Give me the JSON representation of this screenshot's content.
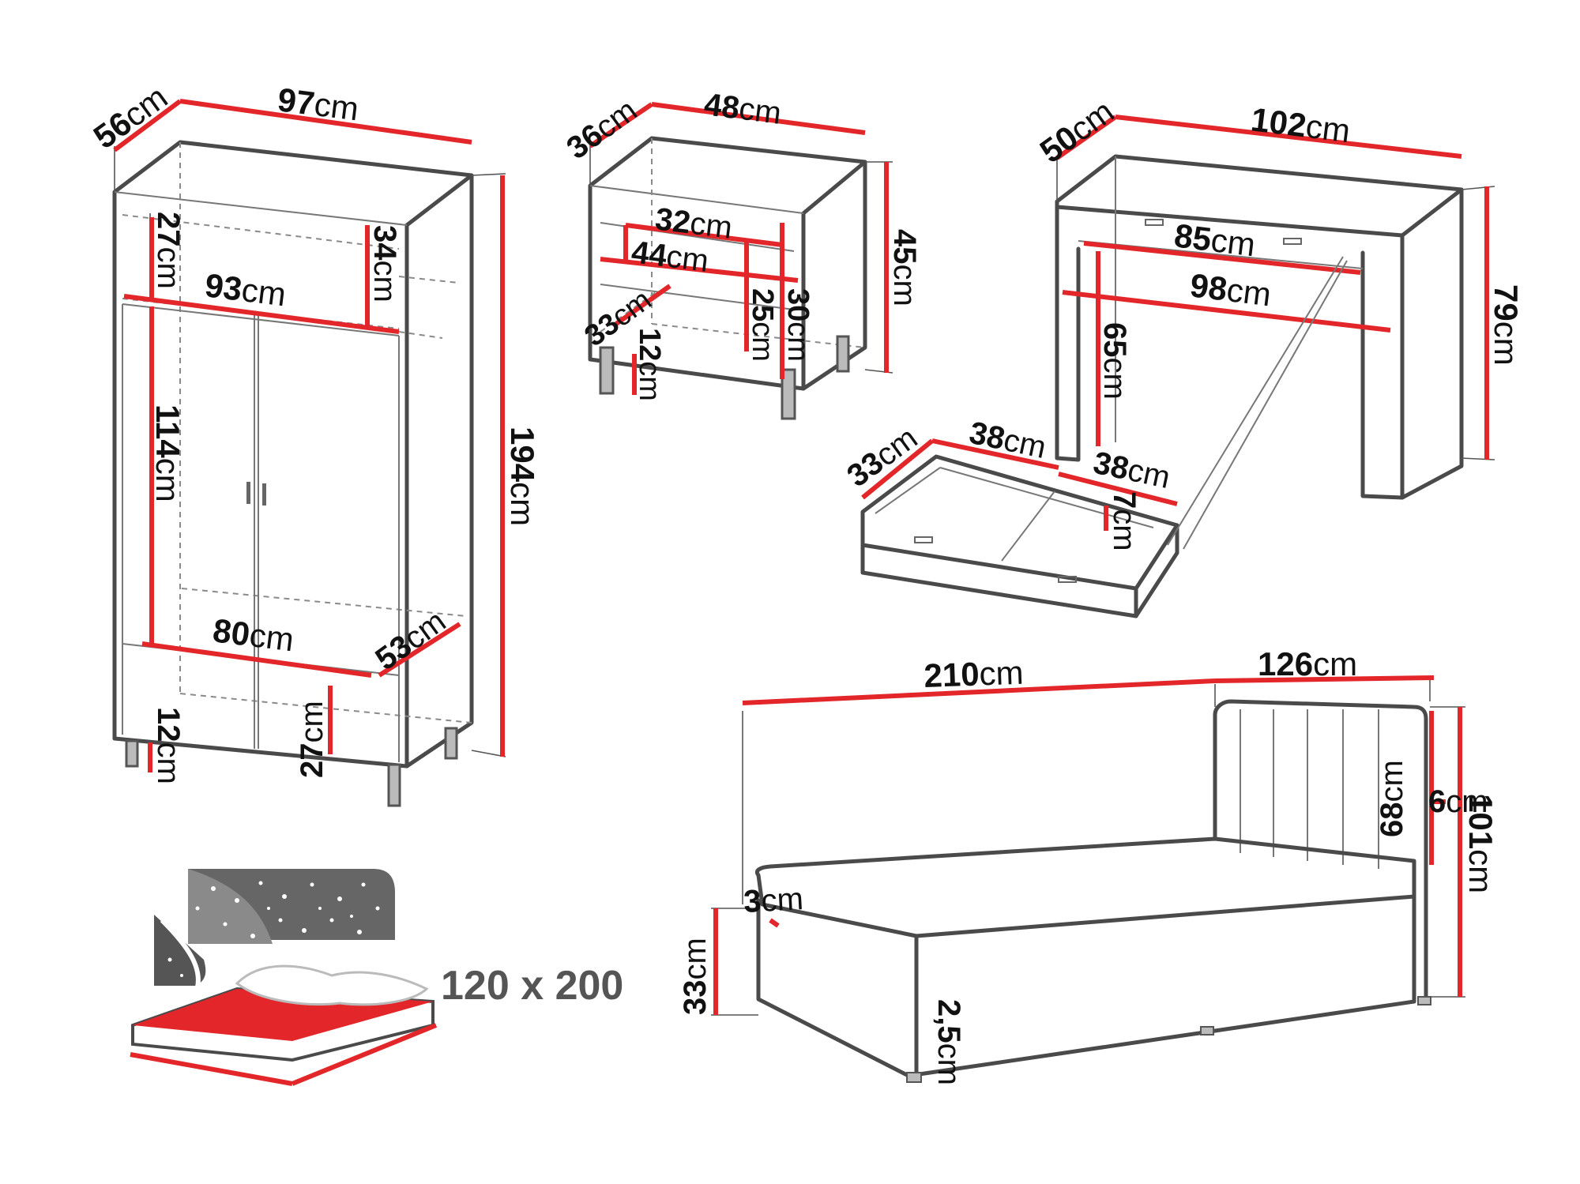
{
  "wardrobe": {
    "depth": "56",
    "width": "97",
    "height": "194",
    "inner_width": "93",
    "top_comp_left": "27",
    "top_comp_right": "34",
    "hanging_height": "114",
    "bottom_width": "80",
    "bottom_depth": "53",
    "drawer_height": "27",
    "leg_height": "12"
  },
  "nightstand": {
    "depth": "36",
    "width": "48",
    "height": "45",
    "drawer_width": "32",
    "inner_width": "44",
    "inner_depth": "33",
    "inner_height_1": "25",
    "inner_height_2": "30",
    "leg_height": "12"
  },
  "desk": {
    "depth": "50",
    "width": "102",
    "height": "79",
    "drawer_width": "85",
    "knee_width": "98",
    "knee_height": "65"
  },
  "desk_drawer": {
    "depth": "33",
    "width_1": "38",
    "width_2": "38",
    "height": "7"
  },
  "bed": {
    "length": "210",
    "headboard_length": "126",
    "headboard_height": "68",
    "headboard_thickness": "6",
    "total_height": "101",
    "mattress_top": "3",
    "base_height": "33",
    "clearance": "2,5"
  },
  "unit": "cm",
  "mattress_size": "120 x 200",
  "colors": {
    "dimension": "#e3262a",
    "outline": "#4a4a4a",
    "headboard_fill": "#666666",
    "mattress_fill": "#e3262a"
  }
}
